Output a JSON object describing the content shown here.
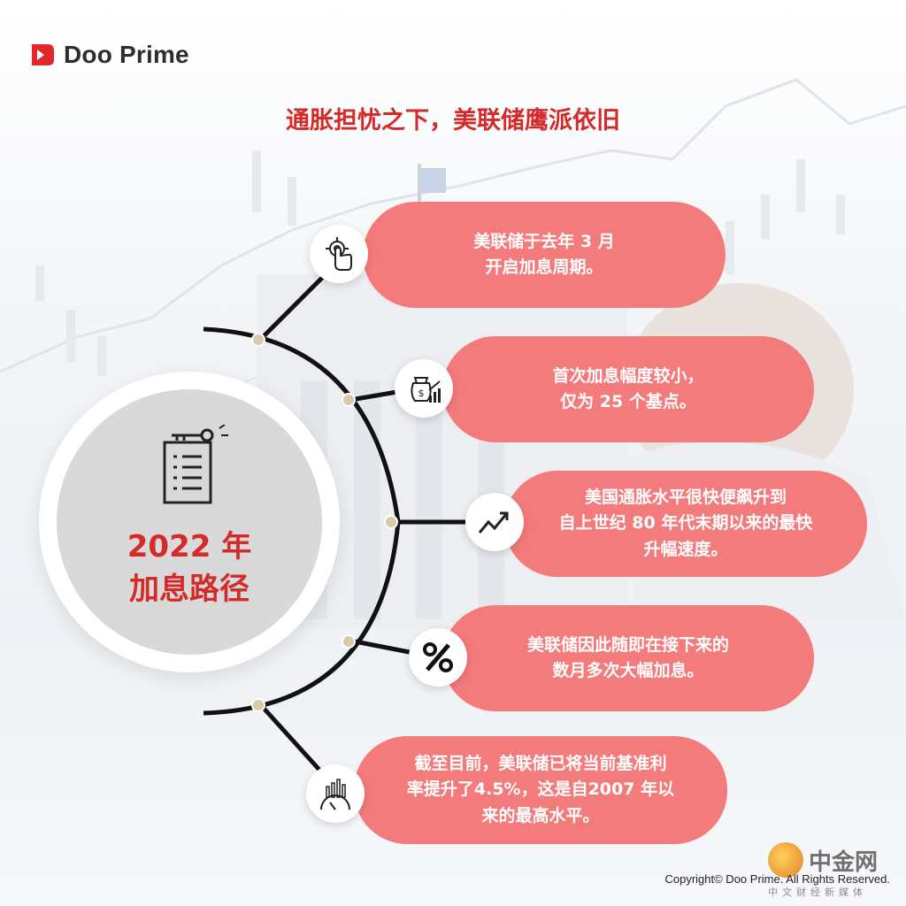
{
  "brand": {
    "name": "Doo Prime",
    "accent": "#e3262b"
  },
  "title": "通胀担忧之下，美联储鹰派依旧",
  "center": {
    "year": "2022 年",
    "label": "加息路径",
    "icon": "document-key-icon"
  },
  "points": [
    {
      "lines": [
        "美联储于去年 3 月",
        "开启加息周期。"
      ],
      "icon": "touch-target-icon"
    },
    {
      "lines": [
        "首次加息幅度较小，",
        "仅为 25 个基点。"
      ],
      "icon": "money-growth-icon"
    },
    {
      "lines": [
        "美国通胀水平很快便飙升到",
        "自上世纪 80 年代末期以来的最快",
        "升幅速度。"
      ],
      "icon": "trend-up-icon"
    },
    {
      "lines": [
        "美联储因此随即在接下来的",
        "数月多次大幅加息。"
      ],
      "icon": "percent-icon"
    },
    {
      "lines": [
        "截至目前，美联储已将当前基准利",
        "率提升了4.5%，这是自2007 年以",
        "来的最高水平。"
      ],
      "icon": "gauge-chart-icon"
    }
  ],
  "colors": {
    "pill": "#f47b7b",
    "title_red": "#d42a2a",
    "dot": "#d9c9a8"
  },
  "copyright": "Copyright© Doo Prime. All Rights Reserved.",
  "watermark": {
    "name": "中金网",
    "sub": "中文财经新媒体"
  }
}
